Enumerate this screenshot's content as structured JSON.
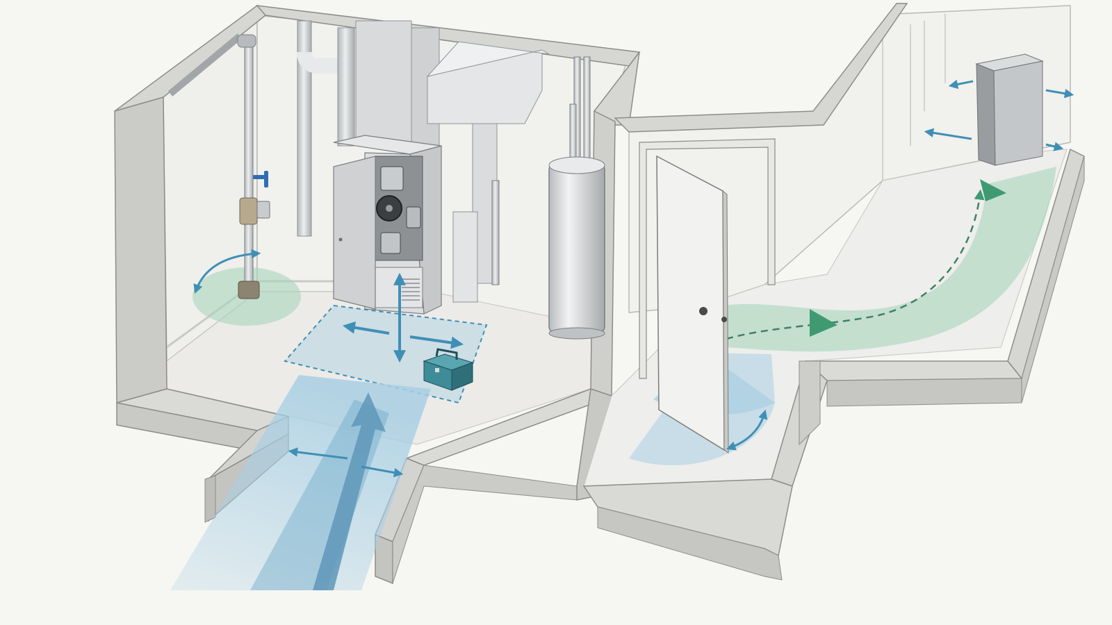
{
  "diagram": {
    "type": "isometric-cutaway",
    "rooms": [
      {
        "id": "mechanical-room",
        "contents": [
          "gas-meter",
          "furnace",
          "water-heater",
          "toolbox"
        ]
      },
      {
        "id": "hallway",
        "contents": [
          "door",
          "utility-cabinet"
        ]
      }
    ],
    "colors": {
      "background": "#f6f6f3",
      "wall_top": "#d9d9d7",
      "wall_face": "#c9c9c7",
      "wall_inner": "#ecece9",
      "floor": "#eeeeec",
      "clearance_blue": "#a9cfe3",
      "clearance_blue_dark": "#6faac9",
      "clearance_green": "#a8d6bb",
      "arrow_blue": "#3f8fb5",
      "arrow_green": "#3f9a72",
      "toolbox": "#3f8c99",
      "metal": "#c4c7ca",
      "metal_dark": "#8f9397"
    },
    "icons": [
      "double-arrow-icon",
      "flow-arrow-icon",
      "valve-icon",
      "door-knob-icon"
    ]
  }
}
